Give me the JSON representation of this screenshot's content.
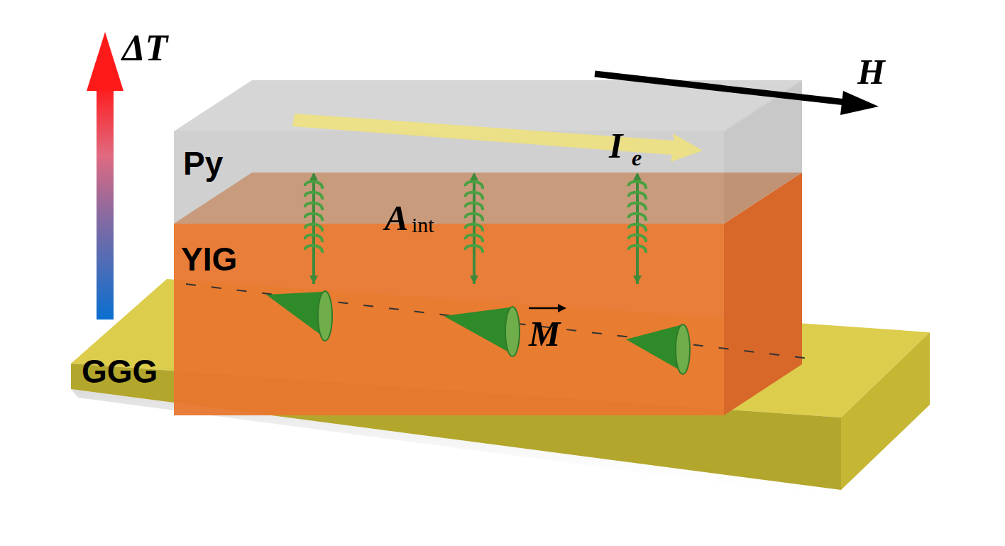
{
  "diagram": {
    "labels": [
      "ΔT",
      "H",
      "Py",
      "I",
      "e",
      "A",
      "int",
      "YIG",
      "M",
      "GGG"
    ]
  }
}
